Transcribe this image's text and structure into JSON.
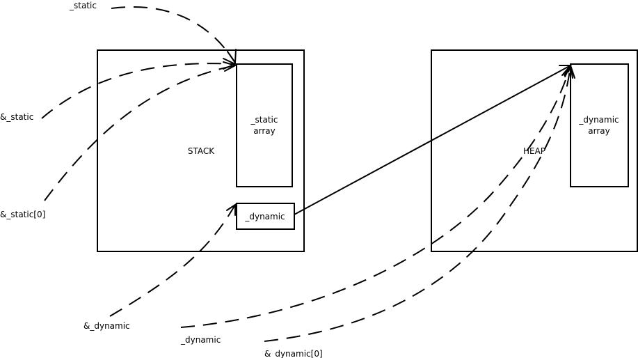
{
  "regions": {
    "stack_label": "STACK",
    "heap_label": "HEAP"
  },
  "boxes": {
    "static_array": [
      "_static",
      "array"
    ],
    "dynamic_pointer": "_dynamic",
    "dynamic_array": [
      "_dynamic",
      "array"
    ]
  },
  "expressions": {
    "static": "_static",
    "addr_static": "&_static",
    "addr_static_0": "&_static[0]",
    "addr_dynamic": "&_dynamic",
    "dynamic": "_dynamic",
    "addr_dynamic_0": "&_dynamic[0]"
  },
  "colors": {
    "stroke": "#000000",
    "background": "#ffffff"
  }
}
